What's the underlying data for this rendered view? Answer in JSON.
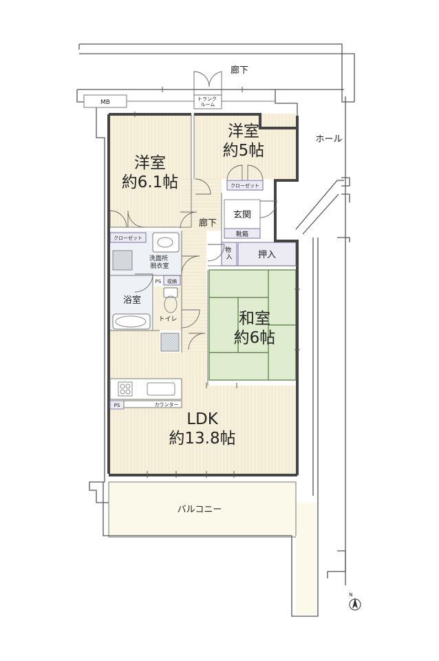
{
  "rooms": {
    "corridor_top": "廊下",
    "hall": "ホール",
    "mb": "MB",
    "trunk_room": "トランク\nルーム",
    "western1_name": "洋室",
    "western1_size": "約6.1帖",
    "western2_name": "洋室",
    "western2_size": "約5帖",
    "closet1": "クローゼット",
    "closet2": "クローゼット",
    "entrance": "玄関",
    "shoe_box": "靴箱",
    "corridor_inner": "廊下",
    "storage_small": "物\n入",
    "oshiire": "押入",
    "washroom": "洗面所\n脱衣室",
    "ps1": "PS",
    "storage": "収納",
    "bath": "浴室",
    "toilet": "トイレ",
    "japanese_name": "和室",
    "japanese_size": "約6帖",
    "ps2": "PS",
    "counter": "カウンター",
    "ldk_name": "LDK",
    "ldk_size": "約13.8帖",
    "balcony": "バルコニー",
    "north": "N"
  },
  "colors": {
    "wood_floor": "#f6efdc",
    "wood_stripe": "#eadfc2",
    "tatami": "#dfeccf",
    "tatami_edge": "#4f7a3c",
    "storage_fill": "#ecebf4",
    "storage_stroke": "#8c84ad",
    "wet_floor": "#eef2f6",
    "balcony_floor": "#fbf9e9",
    "wall": "#555555"
  }
}
